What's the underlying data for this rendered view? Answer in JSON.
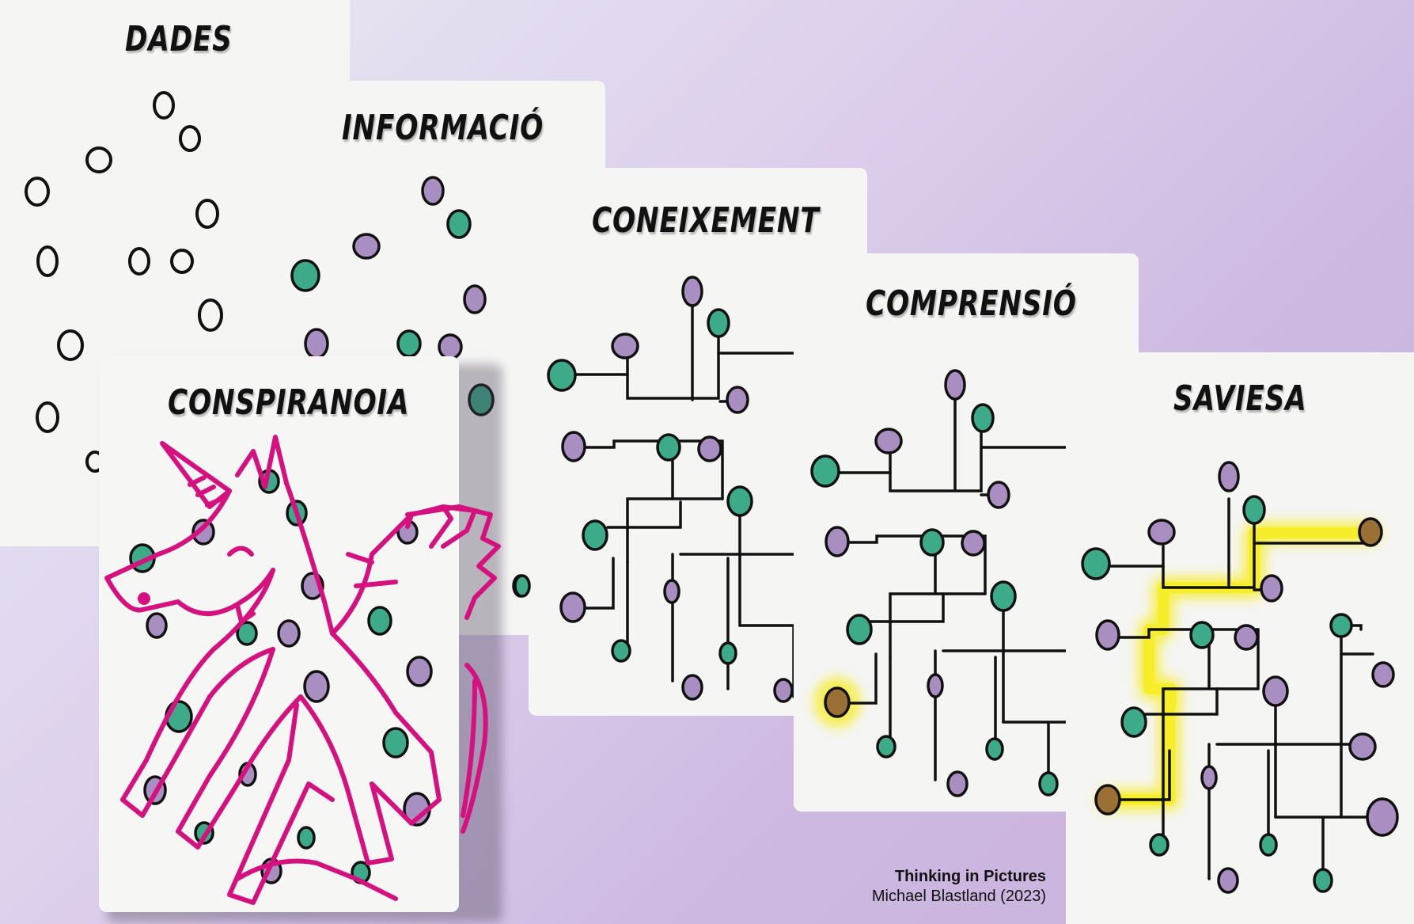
{
  "cards": {
    "dades": "DADES",
    "informacio": "INFORMACIÓ",
    "coneixement": "CONEIXEMENT",
    "comprensio": "COMPRENSIÓ",
    "saviesa": "SAVIESA",
    "conspiranoia": "CONSPIRANOIA"
  },
  "credit": {
    "title": "Thinking in Pictures",
    "author": "Michael Blastland (2023)"
  },
  "corner_mark": "...",
  "colors": {
    "background_start": "#ecebf3",
    "background_end": "#c9b3de",
    "card": "#f5f5f4",
    "dot_green": "#3daa8a",
    "dot_purple": "#a98fc1",
    "dot_brown": "#9a7035",
    "highlight": "#f6ee2a",
    "unicorn": "#d4117f"
  },
  "icons": [
    "unicorn-icon"
  ]
}
